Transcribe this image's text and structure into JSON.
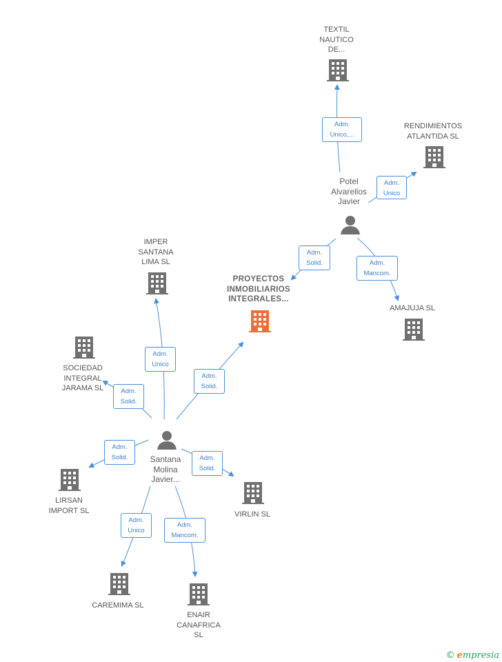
{
  "colors": {
    "edge": "#4a90d9",
    "company_icon": "#707070",
    "focus_icon": "#f26b3a",
    "person_icon": "#707070",
    "brand_green": "#2a9d5c",
    "brand_orange": "#f07c1c"
  },
  "nodes": {
    "textil": {
      "label": "TEXTIL\nNAUTICO\nDE...",
      "icon": "building-icon"
    },
    "rendimientos": {
      "label": "RENDIMIENTOS\nATLANTIDA SL",
      "icon": "building-icon"
    },
    "potel": {
      "label": "Potel\nAlvarellos\nJavier",
      "icon": "person-icon"
    },
    "proyectos": {
      "label": "PROYECTOS\nINMOBILIARIOS\nINTEGRALES...",
      "icon": "building-icon"
    },
    "amajuja": {
      "label": "AMAJUJA SL",
      "icon": "building-icon"
    },
    "imper": {
      "label": "IMPER\nSANTANA\nLIMA SL",
      "icon": "building-icon"
    },
    "sociedad": {
      "label": "SOCIEDAD\nINTEGRAL\nJARAMA SL",
      "icon": "building-icon"
    },
    "santana": {
      "label": "Santana\nMolina\nJavier...",
      "icon": "person-icon"
    },
    "lirsan": {
      "label": "LIRSAN\nIMPORT SL",
      "icon": "building-icon"
    },
    "virlin": {
      "label": "VIRLIN SL",
      "icon": "building-icon"
    },
    "caremima": {
      "label": "CAREMIMA SL",
      "icon": "building-icon"
    },
    "enair": {
      "label": "ENAIR\nCANAFRICA\nSL",
      "icon": "building-icon"
    }
  },
  "edges": {
    "potel_textil": "Adm.\nUnico,...",
    "potel_rendimientos": "Adm.\nUnico",
    "potel_proyectos": "Adm.\nSolid.",
    "potel_amajuja": "Adm.\nMancom.",
    "santana_imper": "Adm.\nUnico",
    "santana_sociedad": "Adm.\nSolid.",
    "santana_proyectos": "Adm.\nSolid.",
    "santana_lirsan": "Adm.\nSolid.",
    "santana_virlin": "Adm.\nSolid.",
    "santana_caremima": "Adm.\nUnico",
    "santana_enair": "Adm.\nMancom."
  },
  "brand": {
    "copyright": "©",
    "name_initial": "e",
    "name_rest": "mpresia"
  }
}
